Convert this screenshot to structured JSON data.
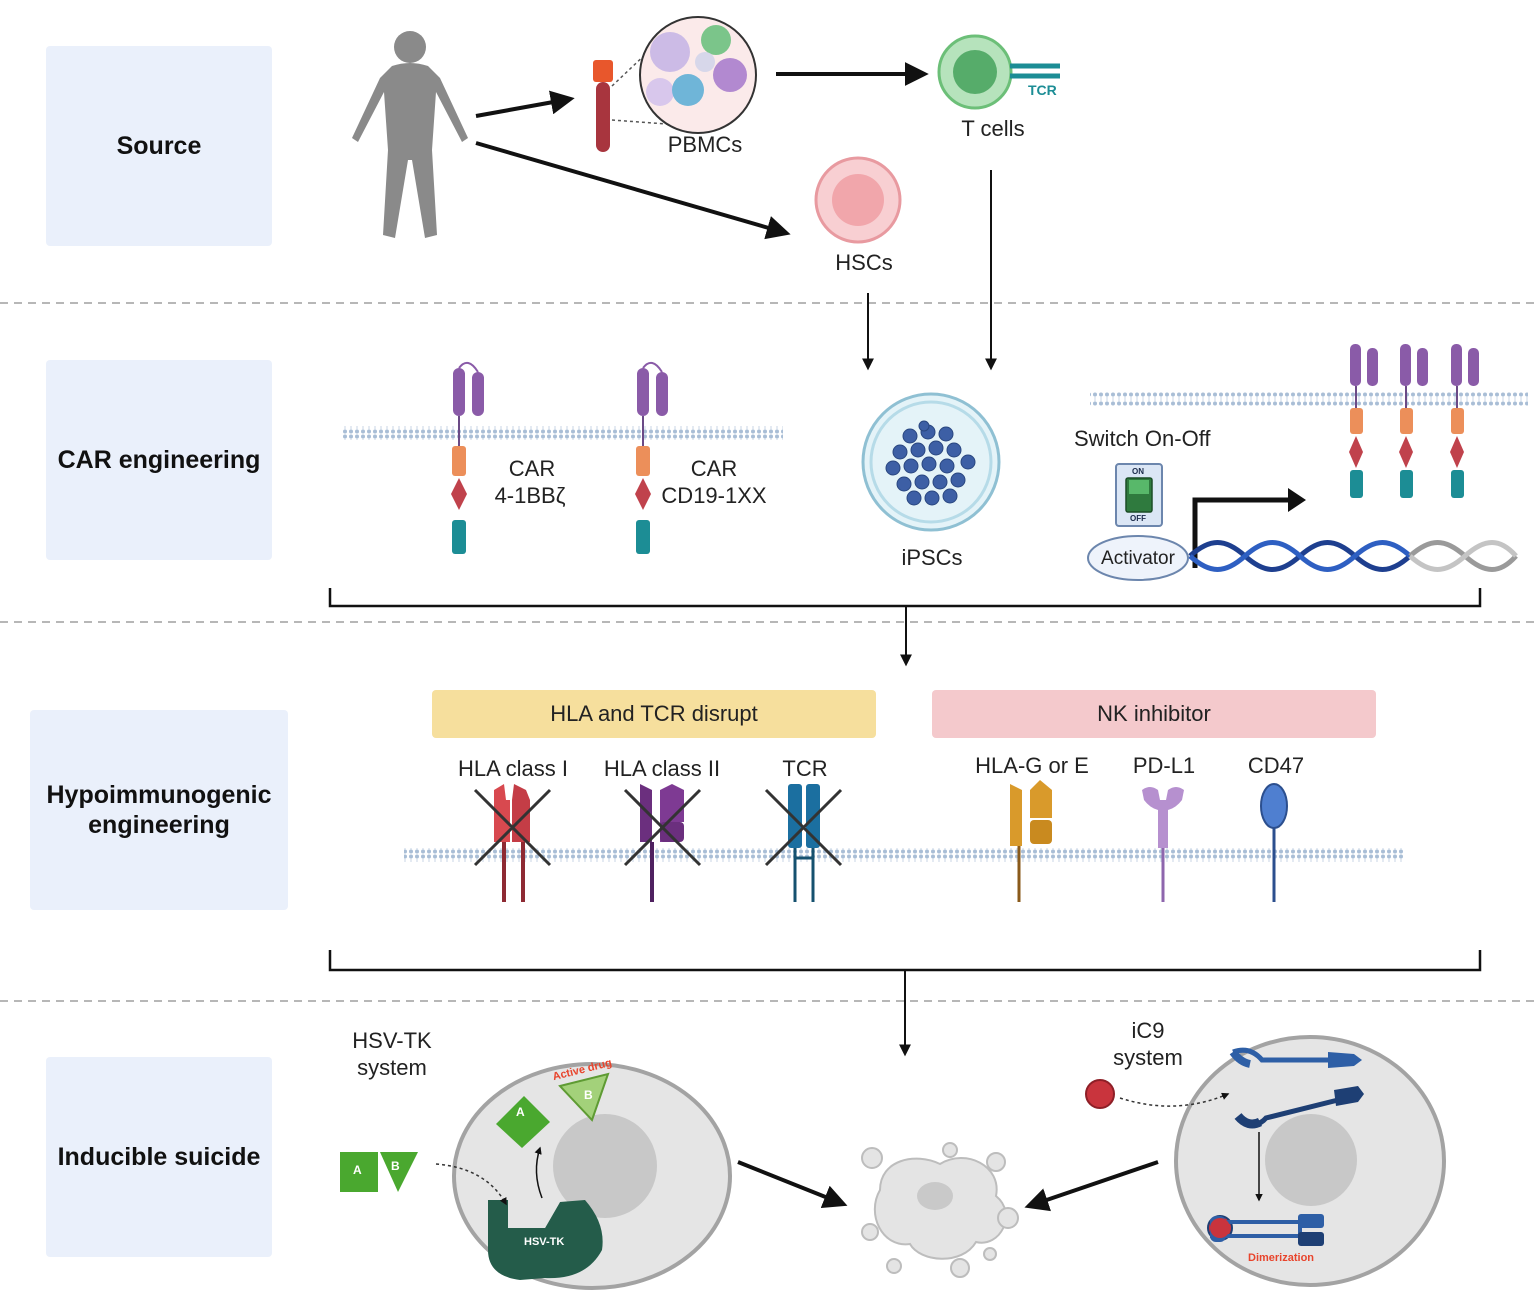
{
  "sections": {
    "source": "Source",
    "car": "CAR engineering",
    "hypo_line1": "Hypoimmunogenic",
    "hypo_line2": "engineering",
    "suicide": "Inducible suicide"
  },
  "source_row": {
    "pbmcs": "PBMCs",
    "tcells": "T cells",
    "tcr_tag": "TCR",
    "hscs": "HSCs"
  },
  "car_row": {
    "car1_line1": "CAR",
    "car1_line2": "4-1BBζ",
    "car2_line1": "CAR",
    "car2_line2": "CD19-1XX",
    "ipscs": "iPSCs",
    "switch": "Switch On-Off",
    "switch_on": "ON",
    "switch_off": "OFF",
    "activator": "Activator"
  },
  "hypo_row": {
    "hla_tcr_disrupt": "HLA and TCR disrupt",
    "nk_inhibitor": "NK inhibitor",
    "hla1": "HLA class I",
    "hla2": "HLA class II",
    "tcr": "TCR",
    "hlag": "HLA-G or E",
    "pdl1": "PD-L1",
    "cd47": "CD47"
  },
  "suicide_row": {
    "hsvtk_line1": "HSV-TK",
    "hsvtk_line2": "system",
    "drug_a": "A",
    "drug_b": "B",
    "active_drug": "Active drug",
    "hsvtk_enzyme": "HSV-TK",
    "ic9_line1": "iC9",
    "ic9_line2": "system",
    "dimerization": "Dimerization"
  },
  "colors": {
    "section_bg": "#eaf0fb",
    "hla_tcr_box": "#f6df9d",
    "nk_box": "#f4c9cc",
    "car_purple": "#8a5ba8",
    "car_orange": "#ec8f5a",
    "car_red": "#c0424c",
    "car_teal": "#1c8d95",
    "tcell_green": "#8fd39a",
    "hsc_pink": "#f1a6ab",
    "drug_green": "#4aa82f",
    "hsvtk_dark": "#245c4a",
    "ic9_blue": "#2e5fa6"
  }
}
